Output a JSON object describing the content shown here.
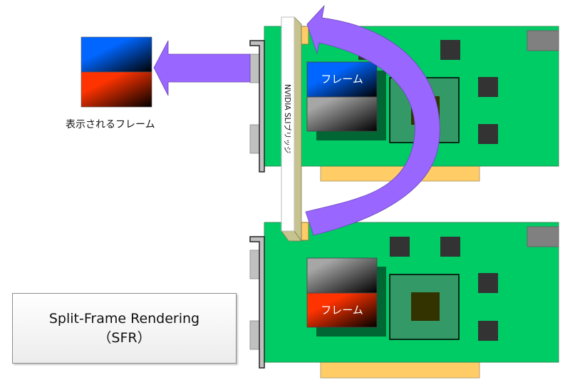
{
  "diagram": {
    "displayed_frame_label": "表示されるフレーム",
    "bridge_label": "NVIDIA SLIブリッジ",
    "gpu_top": {
      "frame_label": "フレーム",
      "rendered_half": "top"
    },
    "gpu_bottom": {
      "frame_label": "フレーム",
      "rendered_half": "bottom"
    },
    "mode_box": {
      "line1": "Split-Frame Rendering",
      "line2": "（SFR）"
    }
  },
  "colors": {
    "pcb": "#00cc66",
    "arrow": "#9966ff",
    "frame_blue": "#0066ff",
    "frame_red": "#ff3300",
    "frame_gray": "#a0a0a0",
    "gold_contact": "#ffcc66",
    "chip": "#333333",
    "gpu_package": "#339966",
    "gpu_die": "#333300",
    "bridge": "#ffffff",
    "bridge_side": "#c6c38e",
    "bracket": "#c0c0c0"
  }
}
